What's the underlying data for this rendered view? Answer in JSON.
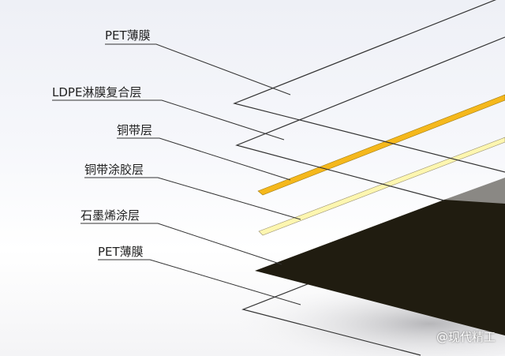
{
  "labels": [
    "PET薄膜",
    "LDPE淋膜复合层",
    "铜带层",
    "铜带涂胶层",
    "石墨烯涂层",
    "PET薄膜"
  ],
  "watermark": "@现代精工",
  "colors": {
    "copper": "#f5b81c",
    "adhesive": "#fdf6b0",
    "graphene": "#201c10",
    "line": "#333333"
  }
}
